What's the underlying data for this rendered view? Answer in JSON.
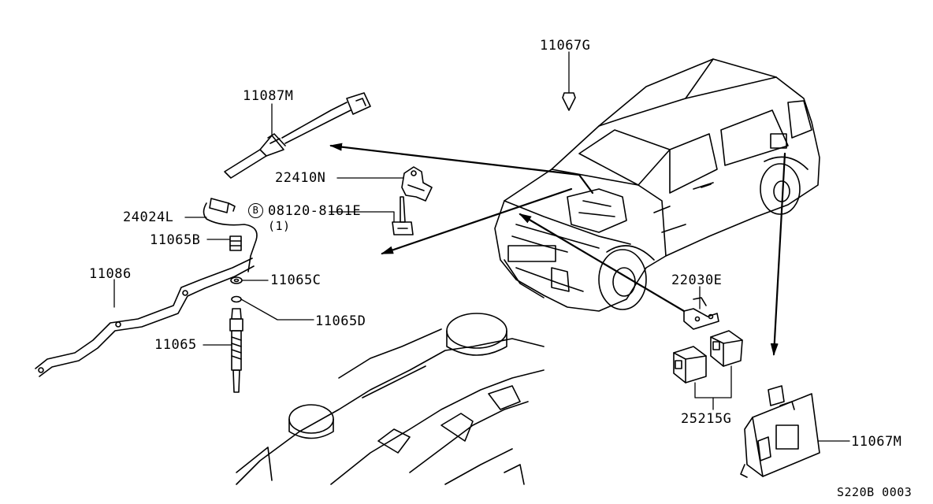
{
  "diagram": {
    "labels": {
      "p11087M": "11087M",
      "p22410N": "22410N",
      "p24024L": "24024L",
      "p08120_circ": "B",
      "p08120": "08120-8161E",
      "p08120_qty": "(1)",
      "p11065B": "11065B",
      "p11086": "11086",
      "p11065C": "11065C",
      "p11065D": "11065D",
      "p11065": "11065",
      "p11067G": "11067G",
      "p22030E": "22030E",
      "p25215G": "25215G",
      "p11067M": "11067M",
      "figure_code": "S220B 0003"
    }
  }
}
